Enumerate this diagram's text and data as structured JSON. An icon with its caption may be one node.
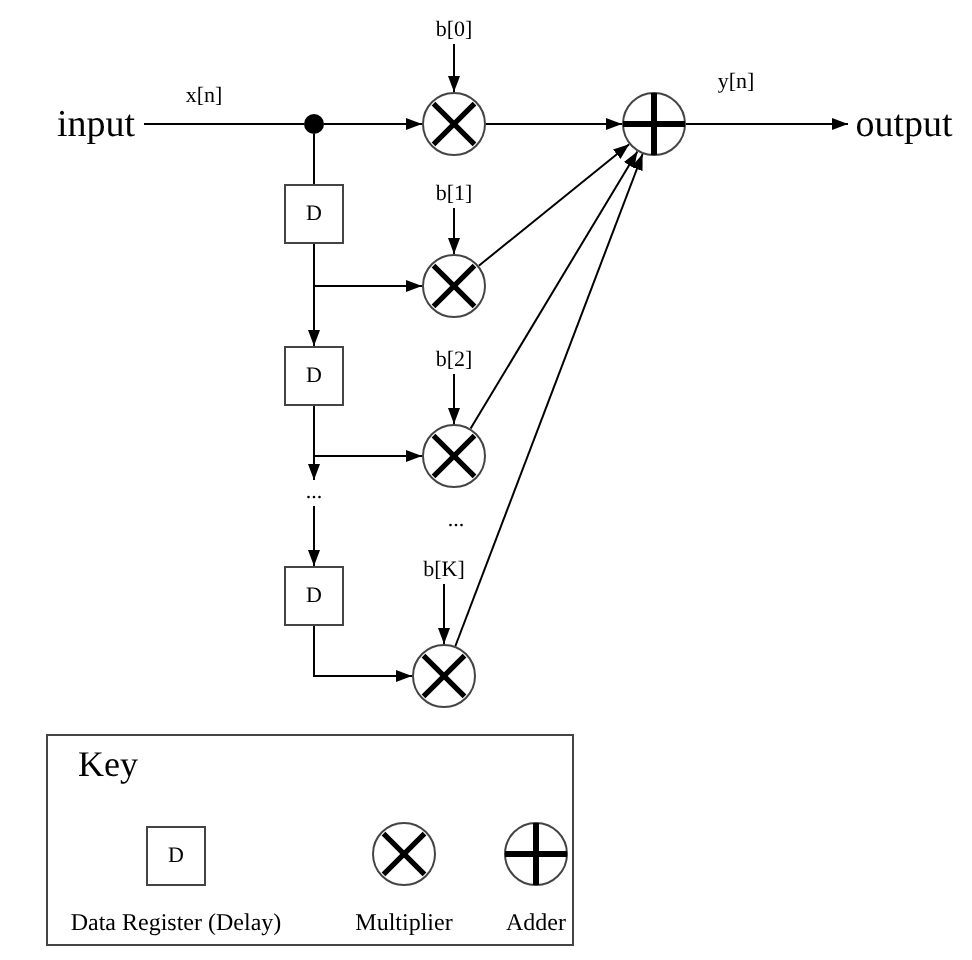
{
  "diagram": {
    "nodes": [
      {
        "text": [
          "input"
        ]
      },
      {
        "text": [],
        "shape": "dot"
      },
      {
        "text": [
          "b[0]"
        ]
      },
      {
        "text": [],
        "shape": "circle"
      },
      {
        "text": [],
        "shape": "circle"
      },
      {
        "text": [
          "output"
        ]
      },
      {
        "text": [
          "D"
        ]
      },
      {
        "text": [
          "b[1]"
        ]
      },
      {
        "text": [],
        "shape": "circle"
      },
      {
        "text": [
          "D"
        ]
      },
      {
        "text": [
          "b[2]"
        ]
      },
      {
        "text": [],
        "shape": "circle"
      },
      {
        "text": [
          "..."
        ]
      },
      {
        "text": [
          "D"
        ]
      },
      {
        "text": [
          "b[K]"
        ]
      },
      {
        "text": [],
        "shape": "circle"
      },
      {
        "text": [
          "Key"
        ]
      },
      {
        "text": [
          "D"
        ],
        "in": 16,
        "beside": [
          "Data Register (Delay)"
        ]
      },
      {
        "text": [],
        "shape": "circle",
        "in": 16,
        "beside": [
          "Multiplier"
        ]
      },
      {
        "text": [],
        "shape": "circle",
        "in": 16,
        "beside": [
          "Adder"
        ]
      }
    ],
    "edges": [
      {
        "from": 0,
        "to": 1,
        "arrow": "none",
        "label": "x[n]"
      },
      {
        "from": 1,
        "to": 3,
        "arrow": "to"
      },
      {
        "from": 2,
        "to": 3,
        "arrow": "to"
      },
      {
        "from": 3,
        "to": 4,
        "arrow": "to"
      },
      {
        "from": 4,
        "to": 5,
        "arrow": "to",
        "label": "y[n]"
      },
      {
        "from": 1,
        "to": 6,
        "arrow": "none"
      },
      {
        "from": 6,
        "to": 8,
        "arrow": "to"
      },
      {
        "from": 7,
        "to": 8,
        "arrow": "to"
      },
      {
        "from": 8,
        "to": 4,
        "arrow": "to"
      },
      {
        "from": 6,
        "to": 9,
        "arrow": "to"
      },
      {
        "from": 10,
        "to": 11,
        "arrow": "to"
      },
      {
        "from": 9,
        "to": 11,
        "arrow": "to"
      },
      {
        "from": 9,
        "to": 12,
        "arrow": "to"
      },
      {
        "from": 11,
        "to": 4,
        "arrow": "to"
      },
      {
        "from": 12,
        "to": 13,
        "arrow": "to"
      },
      {
        "from": 14,
        "to": 15,
        "arrow": "to"
      },
      {
        "from": 13,
        "to": 15,
        "arrow": "to"
      },
      {
        "from": 15,
        "to": 4,
        "arrow": "to"
      }
    ],
    "labels": [
      "..."
    ]
  }
}
